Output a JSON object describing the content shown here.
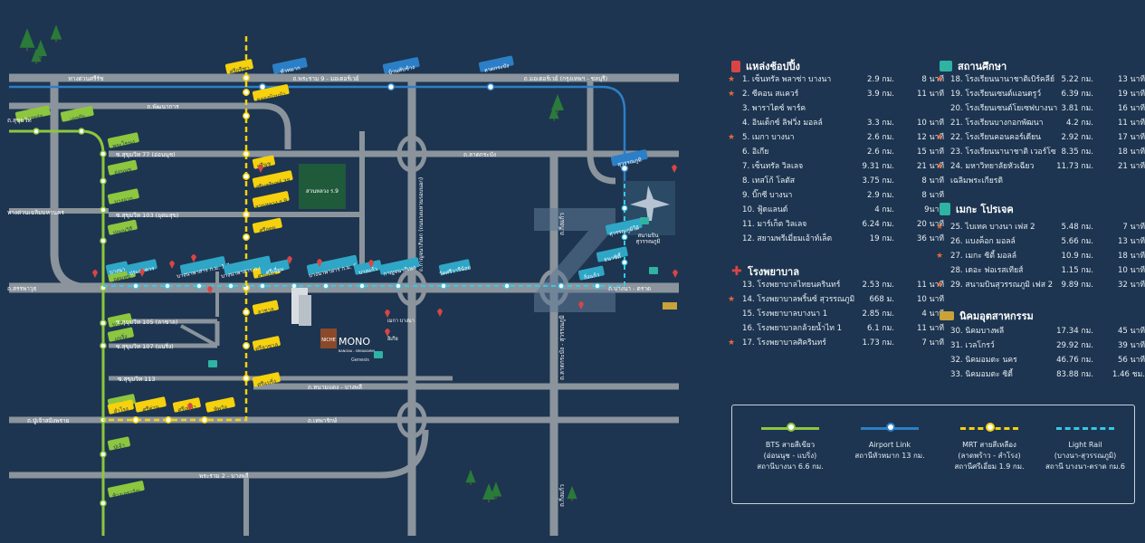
{
  "colors": {
    "background": "#1d3550",
    "road": "#8b949c",
    "bts_green": "#8dc63f",
    "mrt_yellow": "#f5d10e",
    "airport_blue": "#2c7fc6",
    "light_rail_cyan": "#35c8e6",
    "star_orange": "#e8683a",
    "tree": "#2a7a3a",
    "shopping_red": "#d94545",
    "education_teal": "#2fb3a3",
    "industrial_gold": "#c9a23a"
  },
  "map": {
    "roads": {
      "expressway_top": "ทางด่วนศรีรัช",
      "rama9_motorway": "ถ.พระราม 9 - มอเตอร์เวย์",
      "sukhumvit": "ถ.สุขุมวิท",
      "pattanakarn": "ถ.พัฒนาการ",
      "motorway_chon": "ถ.มอเตอร์เวย์ (กรุงเทพฯ - ชลบุรี)",
      "sukhumvit77": "ซ.สุขุมวิท 77 (อ่อนนุช)",
      "lat_krabang": "ถ.ลาดกระบัง",
      "sukhumvit103": "ซ.สุขุมวิท 103 (อุดมสุข)",
      "chalerm_maha_nakhon": "ทางด่วนเฉลิมมหานคร",
      "kanchanaphisek": "ถ.กาญจนาภิเษก (ถนนวงแหวนรอบนอก)",
      "expressway_bang_na": "ทางด่วนบูรพาวิถี",
      "srinagarindra": "ถ.ศรีนครินทร์",
      "bangna_trat_left": "ถ.สรรพาวุธ",
      "bangna_trat_right": "ถ.บางนา - ตราด",
      "sukhumvit105": "ซ.สุขุมวิท 105 (ลาซาล)",
      "sukhumvit107": "ซ.สุขุมวิท 107 (แบริ่ง)",
      "sukhumvit113": "ซ.สุขุมวิท 113",
      "bang_na_bang_phli": "ถ.หนามแดง - บางพลี",
      "thepharak": "ถ.เทพารักษ์",
      "pu_chao": "ถ.ปู่เจ้าสมิงพราย",
      "rama2_bangphli": "พระราม 2 - บางพลี",
      "king_kaew": "ถ.กิ่งแก้ว",
      "lat_krabang_v": "ถ.ลาดกระบัง - สุวรรณภูมิ",
      "king_kaew_lower": "ถ.กิ่งแก้ว"
    },
    "bts_stations": [
      "ทองหล่อ",
      "เอกมัย",
      "พระโขนง",
      "อ่อนนุช",
      "บางจาก",
      "ปุณณวิถี",
      "อุดมสุข",
      "บางนา",
      "แบริ่ง",
      "สำโรง",
      "ปู่เจ้า",
      "ช้างเอราวัณ"
    ],
    "mrt_stations": [
      "ศรีกรีฑา",
      "คลองบ้านม้า",
      "ศรีนุช",
      "ศรีนครินทร์ 38",
      "สวนหลวง ร.9",
      "ศรีอุดม",
      "ศรีเอี่ยม",
      "ลาซาล",
      "ศรีลาซาล",
      "ศรีแบริ่ง",
      "ศรีด่าน",
      "ศรีเทพา",
      "ทิพวัล",
      "สำโรง"
    ],
    "airport_link_stations": [
      "หัวหมาก",
      "บ้านทับช้าง",
      "ลาดกระบัง",
      "สุวรรณภูมิ"
    ],
    "light_rail_stations": [
      "บางนา",
      "ประภาคาร",
      "บางนาพาสาร ก.ม. 1.7",
      "บางนาพาสาร ก.ม. 2.8",
      "ศรีเอี่ยม",
      "บางนาพาสาร ก.ม. 6",
      "บางแก้ว",
      "กาญจนาภิเษก",
      "วัดศรีวารีน้อย",
      "กิ่งแก้ว",
      "ธนาซิตี้",
      "สุวรรณภูมิใต้"
    ],
    "landmarks": {
      "park": "สวนหลวง ร.9",
      "airport": "สนามบิน\nสุวรรณภูมิ",
      "mega": "เมกา บางนา",
      "ikea": "อิเกีย",
      "project_brand": "NICHE",
      "project_name": "MONO",
      "project_sub": "BANGNA - SRINAKARIN",
      "developer": "Genesis",
      "airport_city_tag": "สุวรรณภูมิ"
    }
  },
  "sections": [
    {
      "key": "shopping",
      "title": "แหล่งช้อปปิ้ง",
      "items": [
        {
          "star": true,
          "name": "1. เซ็นทรัล พลาซ่า บางนา",
          "dist": "2.9 กม.",
          "time": "8 นาที"
        },
        {
          "star": true,
          "name": "2. ซีคอน สแควร์",
          "dist": "3.9 กม.",
          "time": "11 นาที"
        },
        {
          "star": false,
          "name": "3. พาราไดซ์ พาร์ค",
          "dist": "",
          "time": ""
        },
        {
          "star": false,
          "name": "4. อินเด็กซ์ ลิฟวิ่ง มอลล์",
          "dist": "3.3 กม.",
          "time": "10 นาที"
        },
        {
          "star": true,
          "name": "5. เมกา บางนา",
          "dist": "2.6 กม.",
          "time": "12 นาที"
        },
        {
          "star": false,
          "name": "6. อิเกีย",
          "dist": "2.6 กม.",
          "time": "15 นาที"
        },
        {
          "star": false,
          "name": "7. เซ็นทรัล วิลเลจ",
          "dist": "9.31 กม.",
          "time": "21 นาที"
        },
        {
          "star": false,
          "name": "8. เทสโก้ โลตัส",
          "dist": "3.75 กม.",
          "time": "8 นาที"
        },
        {
          "star": false,
          "name": "9. บิ๊กซี บางนา",
          "dist": "2.9 กม.",
          "time": "8 นาที"
        },
        {
          "star": false,
          "name": "10. ฟู้ดแลนด์",
          "dist": "4 กม.",
          "time": "9นาที"
        },
        {
          "star": false,
          "name": "11. มาร์เก็ต วิลเลจ",
          "dist": "6.24 กม.",
          "time": "20 นาที"
        },
        {
          "star": false,
          "name": "12. สยามพรีเมี่ยมเอ้าท์เล็ต",
          "dist": "19 กม.",
          "time": "36 นาที"
        }
      ]
    },
    {
      "key": "hospital",
      "title": "โรงพยาบาล",
      "items": [
        {
          "star": false,
          "name": "13. โรงพยาบาลไทยนครินทร์",
          "dist": "2.53 กม.",
          "time": "11 นาที"
        },
        {
          "star": true,
          "name": "14. โรงพยาบาลพริ้นซ์ สุวรรณภูมิ",
          "dist": "668 ม.",
          "time": "10 นาที"
        },
        {
          "star": false,
          "name": "15. โรงพยาบาลบางนา 1",
          "dist": "2.85 กม.",
          "time": "4 นาที"
        },
        {
          "star": false,
          "name": "16. โรงพยาบาลกล้วยน้ำไท 1",
          "dist": "6.1 กม.",
          "time": "11 นาที"
        },
        {
          "star": true,
          "name": "17. โรงพยาบาลศิครินทร์",
          "dist": "1.73 กม.",
          "time": "7 นาที"
        }
      ]
    },
    {
      "key": "education",
      "title": "สถานศึกษา",
      "items": [
        {
          "star": true,
          "name": "18. โรงเรียนนานาชาติเบิร์คลีย์",
          "dist": "5.22 กม.",
          "time": "13 นาที"
        },
        {
          "star": false,
          "name": "19. โรงเรียนเซนต์แอนดรูว์",
          "dist": "6.39 กม.",
          "time": "19 นาที"
        },
        {
          "star": false,
          "name": "20. โรงเรียนเซนต์โยเซฟบางนา",
          "dist": "3.81 กม.",
          "time": "16 นาที"
        },
        {
          "star": false,
          "name": "21. โรงเรียนบางกอกพัฒนา",
          "dist": "4.2 กม.",
          "time": "11 นาที"
        },
        {
          "star": true,
          "name": "22. โรงเรียนคอนคอร์เดียน",
          "dist": "2.92 กม.",
          "time": "17 นาที"
        },
        {
          "star": false,
          "name": "23. โรงเรียนนานาชาติ เวอร์โซ",
          "dist": "8.35 กม.",
          "time": "18 นาที"
        },
        {
          "star": true,
          "name": "24. มหาวิทยาลัยหัวเฉียว",
          "dist": "11.73 กม.",
          "time": "21 นาที"
        },
        {
          "star": false,
          "name": "เฉลิมพระเกียรติ",
          "dist": "",
          "time": ""
        }
      ]
    },
    {
      "key": "business",
      "title": "เมกะ โปรเจค",
      "items": [
        {
          "star": true,
          "name": "25. ไบเทค บางนา เฟส 2",
          "dist": "5.48 กม.",
          "time": "7 นาที"
        },
        {
          "star": false,
          "name": "26. แบงค็อก มอลล์",
          "dist": "5.66 กม.",
          "time": "13 นาที"
        },
        {
          "star": true,
          "name": "27. เมกะ ซิตี้ มอลล์",
          "dist": "10.9 กม.",
          "time": "18 นาที"
        },
        {
          "star": false,
          "name": "28. เดอะ ฟอเรสเทียส์",
          "dist": "1.15 กม.",
          "time": "10 นาที"
        },
        {
          "star": true,
          "name": "29. สนามบินสุวรรณภูมิ เฟส 2",
          "dist": "9.89 กม.",
          "time": "32 นาที"
        }
      ]
    },
    {
      "key": "industrial",
      "title": "นิคมอุตสาหกรรม",
      "items": [
        {
          "star": false,
          "name": "30. นิคมบางพลี",
          "dist": "17.34 กม.",
          "time": "45 นาที"
        },
        {
          "star": false,
          "name": "31. เวลโกรว์",
          "dist": "29.92 กม.",
          "time": "39 นาที"
        },
        {
          "star": false,
          "name": "32. นิคมอมตะ นคร",
          "dist": "46.76 กม.",
          "time": "56 นาที"
        },
        {
          "star": false,
          "name": "33. นิคมอมตะ ซิตี้",
          "dist": "83.88 กม.",
          "time": "1.46 ชม."
        }
      ]
    }
  ],
  "legend": [
    {
      "key": "bts",
      "text": "BTS สายสีเขียว\n(อ่อนนุช - แบริ่ง)\nสถานีบางนา 6.6 กม."
    },
    {
      "key": "airport",
      "text": "Airport Link\nสถานีหัวหมาก 13 กม."
    },
    {
      "key": "mrt",
      "text": "MRT สายสีเหลือง\n(ลาดพร้าว - สำโรง)\nสถานีศรีเอี่ยม 1.9 กม."
    },
    {
      "key": "rail",
      "text": "Light Rail\n(บางนา-สุวรรณภูมิ)\nสถานี บางนา-ตราด กม.6"
    }
  ]
}
